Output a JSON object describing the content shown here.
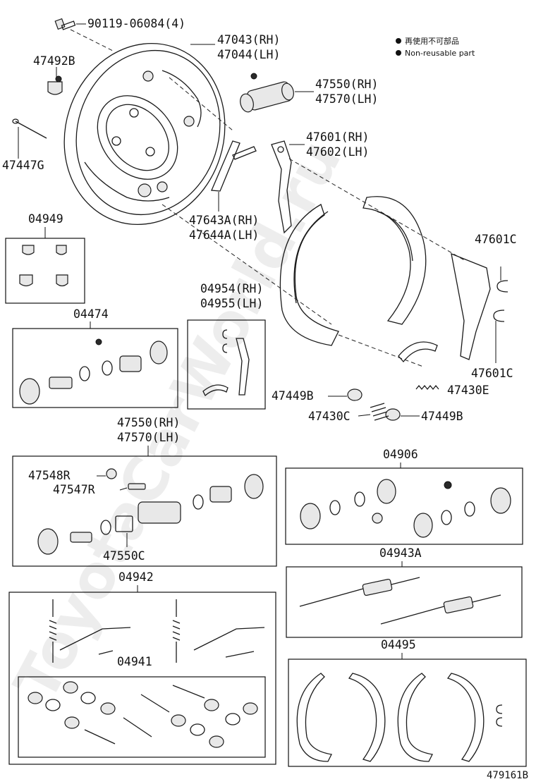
{
  "watermark": "ToyotaCarWorld.ru",
  "legend": {
    "japanese": "再使用不可部品",
    "english": "Non-reusable part"
  },
  "figure_number": "479161B",
  "labels": {
    "bolt": "90119-06084(4)",
    "backing_plate_rh": "47043(RH)",
    "backing_plate_lh": "47044(LH)",
    "plug": "47492B",
    "wheel_cyl_rh": "47550(RH)",
    "wheel_cyl_lh": "47570(LH)",
    "hold_pin": "47447G",
    "lever_rh": "47601(RH)",
    "lever_lh": "47602(LH)",
    "parking_lever_rh": "47643A(RH)",
    "parking_lever_lh": "47644A(LH)",
    "kit_04949": "04949",
    "clip_top": "47601C",
    "clip_bottom": "47601C",
    "kit_04474": "04474",
    "kit_04954_rh": "04954(RH)",
    "kit_04955_lh": "04955(LH)",
    "cup_b_upper": "47449B",
    "spring_e": "47430E",
    "spring_c": "47430C",
    "cup_b_lower": "47449B",
    "box_wheel_cyl_rh": "47550(RH)",
    "box_wheel_cyl_lh": "47570(LH)",
    "bleeder_cap": "47548R",
    "bleeder_plug": "47547R",
    "cyl_spring": "47550C",
    "kit_04906": "04906",
    "kit_04943a": "04943A",
    "kit_04942": "04942",
    "kit_04941": "04941",
    "kit_04495": "04495"
  }
}
